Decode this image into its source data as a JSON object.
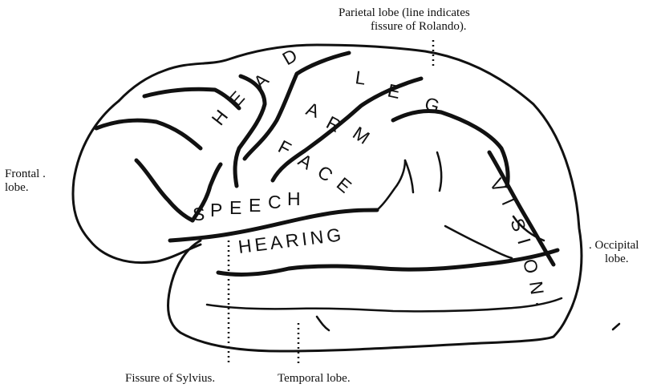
{
  "captions": {
    "parietal_line1": "Parietal lobe (line indicates",
    "parietal_line2": "fissure of Rolando).",
    "frontal_line1": "Frontal .",
    "frontal_line2": "lobe.",
    "occipital_line1": ". Occipital",
    "occipital_line2": "lobe.",
    "sylvius": "Fissure of Sylvius.",
    "temporal": "Temporal lobe."
  },
  "regions": {
    "head": [
      "H",
      "E",
      "A",
      "D"
    ],
    "leg": [
      "L",
      "E",
      "G"
    ],
    "arm": [
      "A",
      "R",
      "M"
    ],
    "face": [
      "F",
      "A",
      "C",
      "E"
    ],
    "speech": [
      "S",
      "P",
      "E",
      "E",
      "C",
      "H"
    ],
    "hearing": "HEARING",
    "vision": [
      "V",
      "I",
      "S",
      "I",
      "O",
      "N",
      "."
    ]
  }
}
